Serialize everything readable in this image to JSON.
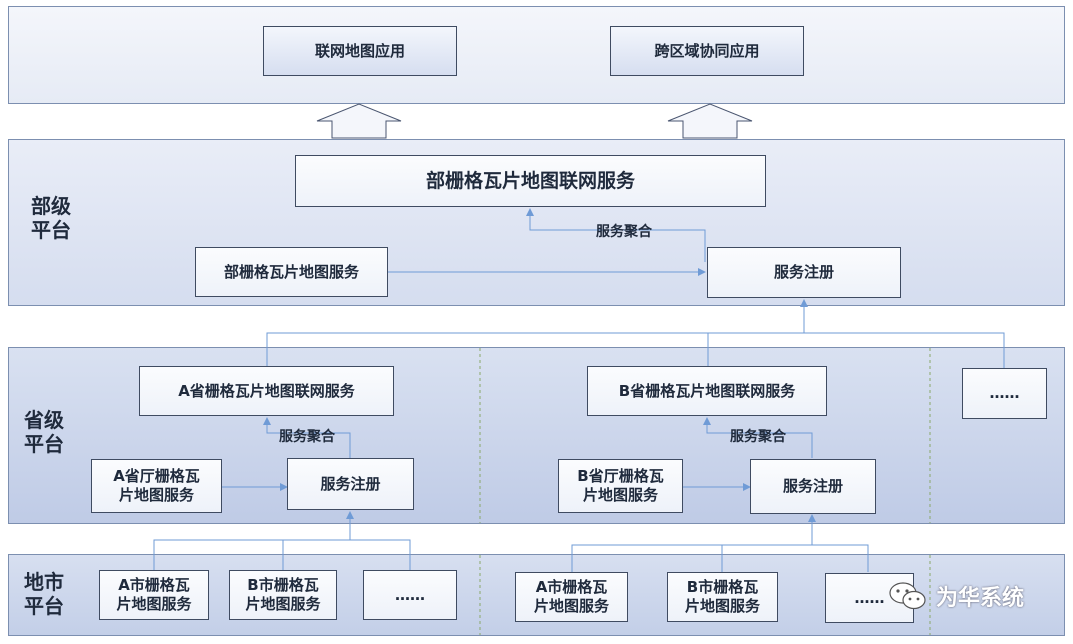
{
  "top": {
    "app1": "联网地图应用",
    "app2": "跨区域协同应用"
  },
  "ministry": {
    "label_line1": "部级",
    "label_line2": "平台",
    "network_service": "部栅格瓦片地图联网服务",
    "aggregation": "服务聚合",
    "map_service": "部栅格瓦片地图服务",
    "registration": "服务注册"
  },
  "province": {
    "label_line1": "省级",
    "label_line2": "平台",
    "a_network": "A省栅格瓦片地图联网服务",
    "a_aggregation": "服务聚合",
    "a_map_line1": "A省厅栅格瓦",
    "a_map_line2": "片地图服务",
    "a_registration": "服务注册",
    "b_network": "B省栅格瓦片地图联网服务",
    "b_aggregation": "服务聚合",
    "b_map_line1": "B省厅栅格瓦",
    "b_map_line2": "片地图服务",
    "b_registration": "服务注册",
    "more": "……"
  },
  "city": {
    "label_line1": "地市",
    "label_line2": "平台",
    "a_a_line1": "A市栅格瓦",
    "a_a_line2": "片地图服务",
    "a_b_line1": "B市栅格瓦",
    "a_b_line2": "片地图服务",
    "a_more": "……",
    "b_a_line1": "A市栅格瓦",
    "b_a_line2": "片地图服务",
    "b_b_line1": "B市栅格瓦",
    "b_b_line2": "片地图服务",
    "b_more": "……"
  },
  "watermark": {
    "text": "为华系统",
    "icon": "wechat-icon"
  },
  "colors": {
    "line": "#6f9bd6",
    "border": "#3f4b61"
  }
}
